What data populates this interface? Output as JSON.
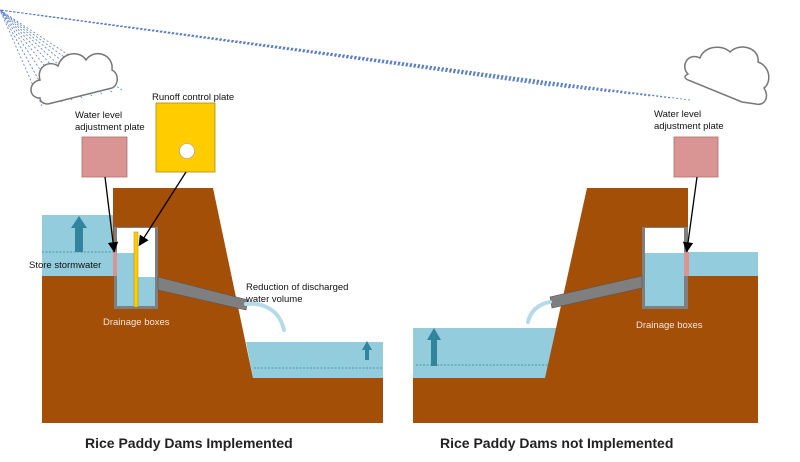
{
  "colors": {
    "soil": "#A44F08",
    "water": "#93CDDD",
    "arrow": "#31849B",
    "adjustment_plate": "#D99594",
    "runoff_plate": "#FFCC00",
    "pipe": "#7F7F7F"
  },
  "left_panel": {
    "title": "Rice Paddy Dams Implemented",
    "labels": {
      "water_level_plate_line1": "Water level",
      "water_level_plate_line2": "adjustment plate",
      "runoff_control_plate": "Runoff control plate",
      "store_stormwater": "Store stormwater",
      "drainage_boxes": "Drainage boxes",
      "reduction_line1": "Reduction of discharged",
      "reduction_line2": "water volume"
    }
  },
  "right_panel": {
    "title": "Rice Paddy Dams not Implemented",
    "labels": {
      "water_level_plate_line1": "Water level",
      "water_level_plate_line2": "adjustment plate",
      "drainage_boxes": "Drainage boxes"
    }
  }
}
